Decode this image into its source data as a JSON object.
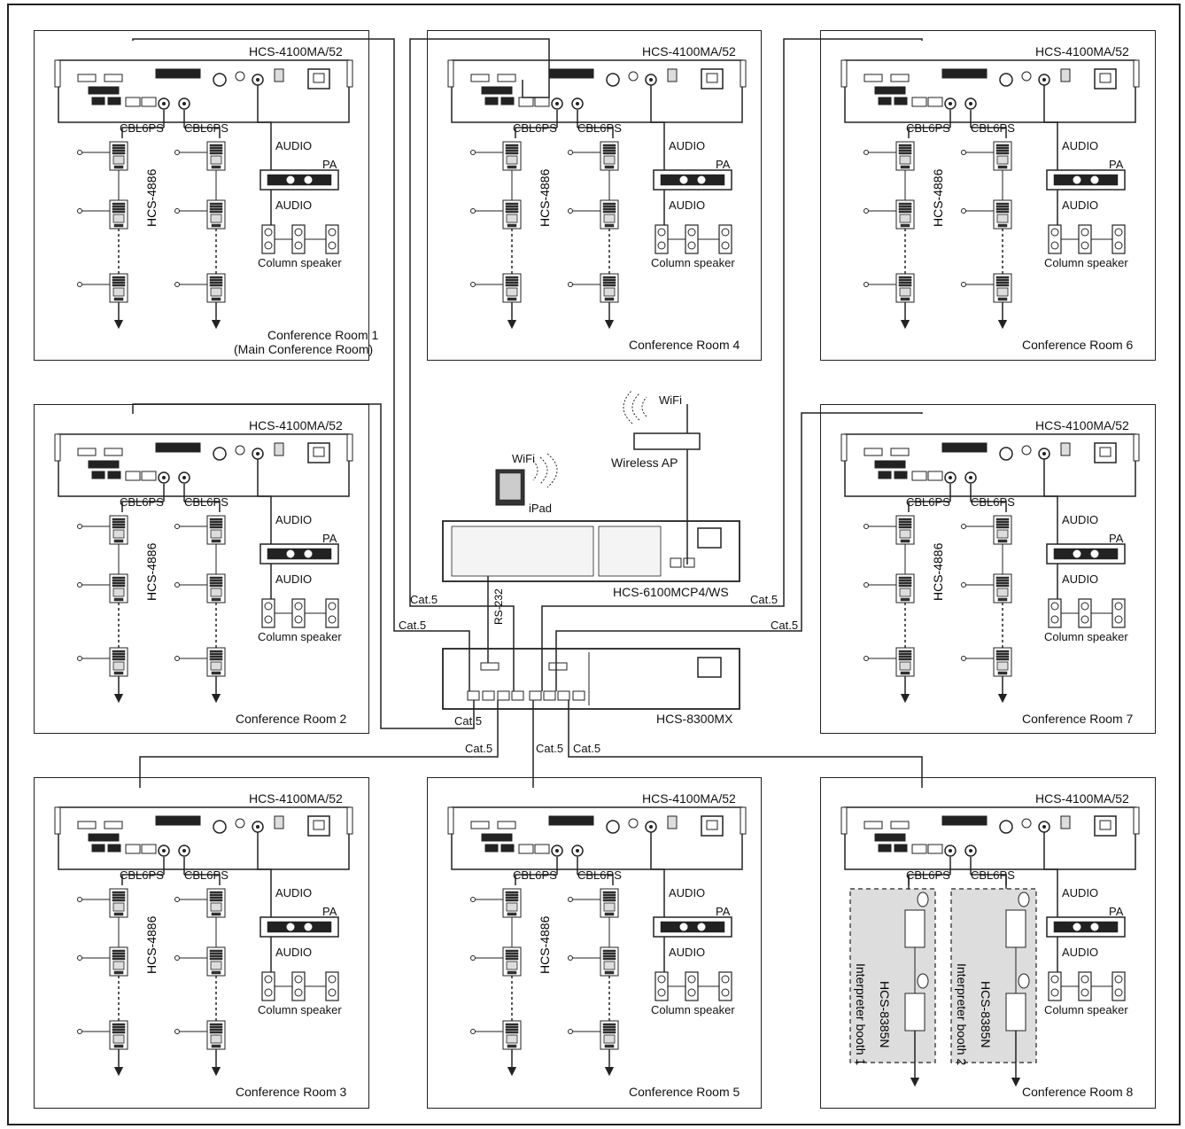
{
  "rooms": [
    {
      "id": "r1",
      "device": "HCS-4100MA/52",
      "cable_left": "CBL6PS",
      "cable_right": "CBL6PS",
      "audio_top": "AUDIO",
      "pa": "PA",
      "audio_bottom": "AUDIO",
      "speaker": "Column speaker",
      "unit": "HCS-4886",
      "name": "Conference Room 1",
      "name2": "(Main Conference Room)"
    },
    {
      "id": "r4",
      "device": "HCS-4100MA/52",
      "cable_left": "CBL6PS",
      "cable_right": "CBL6PS",
      "audio_top": "AUDIO",
      "pa": "PA",
      "audio_bottom": "AUDIO",
      "speaker": "Column speaker",
      "unit": "HCS-4886",
      "name": "Conference Room 4"
    },
    {
      "id": "r6",
      "device": "HCS-4100MA/52",
      "cable_left": "CBL6PS",
      "cable_right": "CBL6PS",
      "audio_top": "AUDIO",
      "pa": "PA",
      "audio_bottom": "AUDIO",
      "speaker": "Column speaker",
      "unit": "HCS-4886",
      "name": "Conference Room 6"
    },
    {
      "id": "r2",
      "device": "HCS-4100MA/52",
      "cable_left": "CBL6PS",
      "cable_right": "CBL6PS",
      "audio_top": "AUDIO",
      "pa": "PA",
      "audio_bottom": "AUDIO",
      "speaker": "Column speaker",
      "unit": "HCS-4886",
      "name": "Conference Room 2"
    },
    {
      "id": "r7",
      "device": "HCS-4100MA/52",
      "cable_left": "CBL6PS",
      "cable_right": "CBL6PS",
      "audio_top": "AUDIO",
      "pa": "PA",
      "audio_bottom": "AUDIO",
      "speaker": "Column speaker",
      "unit": "HCS-4886",
      "name": "Conference Room 7"
    },
    {
      "id": "r3",
      "device": "HCS-4100MA/52",
      "cable_left": "CBL6PS",
      "cable_right": "CBL6PS",
      "audio_top": "AUDIO",
      "pa": "PA",
      "audio_bottom": "AUDIO",
      "speaker": "Column speaker",
      "unit": "HCS-4886",
      "name": "Conference Room 3"
    },
    {
      "id": "r5",
      "device": "HCS-4100MA/52",
      "cable_left": "CBL6PS",
      "cable_right": "CBL6PS",
      "audio_top": "AUDIO",
      "pa": "PA",
      "audio_bottom": "AUDIO",
      "speaker": "Column speaker",
      "unit": "HCS-4886",
      "name": "Conference Room 5"
    },
    {
      "id": "r8",
      "device": "HCS-4100MA/52",
      "cable_left": "CBL6PS",
      "cable_right": "CBL6PS",
      "audio_top": "AUDIO",
      "pa": "PA",
      "audio_bottom": "AUDIO",
      "speaker": "Column speaker",
      "unit": "",
      "name": "Conference Room 8",
      "booth1": "Interpreter booth 1",
      "booth2": "Interpreter booth 2",
      "booth_unit": "HCS-8385N"
    }
  ],
  "center": {
    "wifi1": "WiFi",
    "wifi2": "WiFi",
    "ipad": "iPad",
    "ap": "Wireless AP",
    "controller": "HCS-6100MCP4/WS",
    "matrix": "HCS-8300MX",
    "rs232": "RS-232",
    "cat5_a": "Cat.5",
    "cat5_b": "Cat.5",
    "cat5_c": "Cat.5",
    "cat5_d": "Cat.5",
    "cat5_e": "Cat.5",
    "cat5_f": "Cat.5",
    "cat5_g": "Cat.5",
    "cat5_h": "Cat.5"
  }
}
